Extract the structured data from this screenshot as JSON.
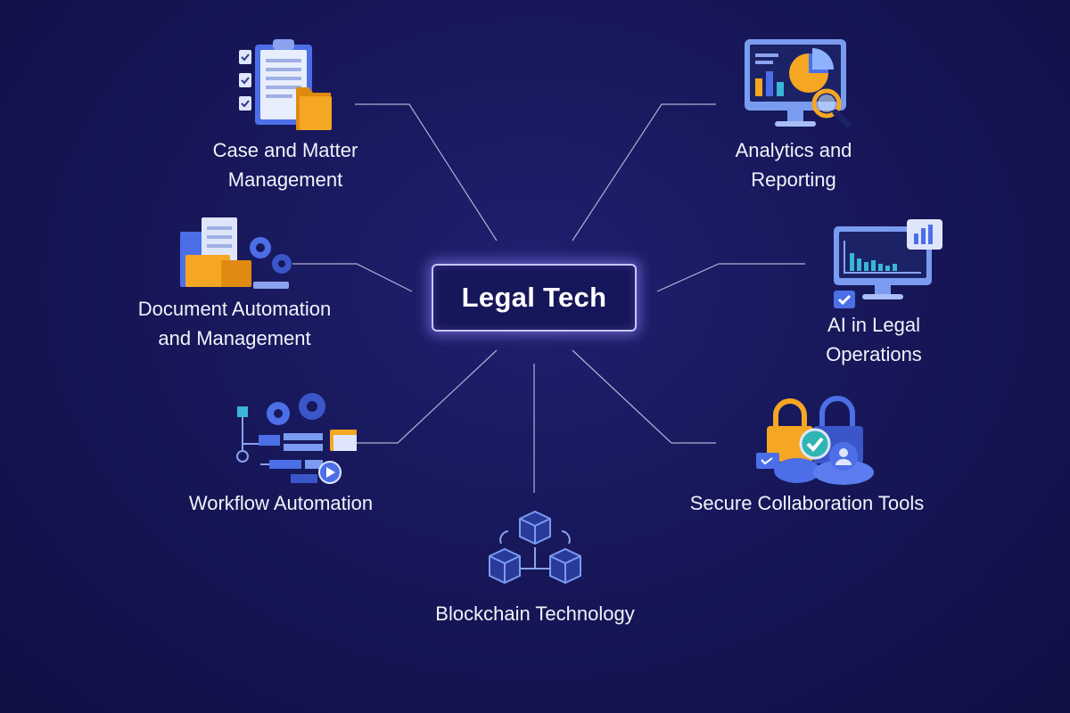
{
  "center": {
    "label": "Legal Tech"
  },
  "nodes": [
    {
      "id": "case",
      "label": "Case and Matter\nManagement",
      "icon": "clipboard-folder-icon"
    },
    {
      "id": "analytics",
      "label": "Analytics and\nReporting",
      "icon": "monitor-chart-magnifier-icon"
    },
    {
      "id": "document",
      "label": "Document Automation\nand Management",
      "icon": "documents-gears-icon"
    },
    {
      "id": "ai",
      "label": "AI in Legal\nOperations",
      "icon": "monitor-dashboard-icon"
    },
    {
      "id": "workflow",
      "label": "Workflow Automation",
      "icon": "workflow-gears-icon"
    },
    {
      "id": "secure",
      "label": "Secure Collaboration Tools",
      "icon": "locks-cloud-icon"
    },
    {
      "id": "blockchain",
      "label": "Blockchain Technology",
      "icon": "blockchain-cubes-icon"
    }
  ],
  "colors": {
    "background": "#17175a",
    "hub_border": "#c9c6ff",
    "connector": "#c9cbe8",
    "icon_blue": "#4c6fe8",
    "icon_orange": "#f5a623",
    "icon_light": "#dfe6fb",
    "icon_cyan": "#39b6d8"
  }
}
